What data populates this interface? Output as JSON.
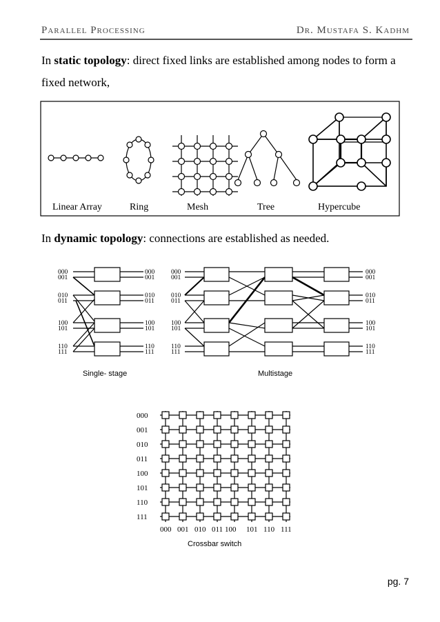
{
  "header": {
    "left": "Parallel Processing",
    "right": "Dr. Mustafa S. Kadhm"
  },
  "static_para": {
    "prefix": "In ",
    "bold": "static topology",
    "rest": ": direct fixed links are established among nodes to form a fixed network,"
  },
  "static_labels": [
    "Linear Array",
    "Ring",
    "Mesh",
    "Tree",
    "Hypercube"
  ],
  "dynamic_para": {
    "prefix": "In ",
    "bold": "dynamic topology",
    "rest": ": connections are established as needed."
  },
  "ports": [
    "000",
    "001",
    "010",
    "011",
    "100",
    "101",
    "110",
    "111"
  ],
  "captions": {
    "single": "Single- stage",
    "multi": "Multistage",
    "crossbar": "Crossbar switch"
  },
  "page_number": "pg. 7"
}
